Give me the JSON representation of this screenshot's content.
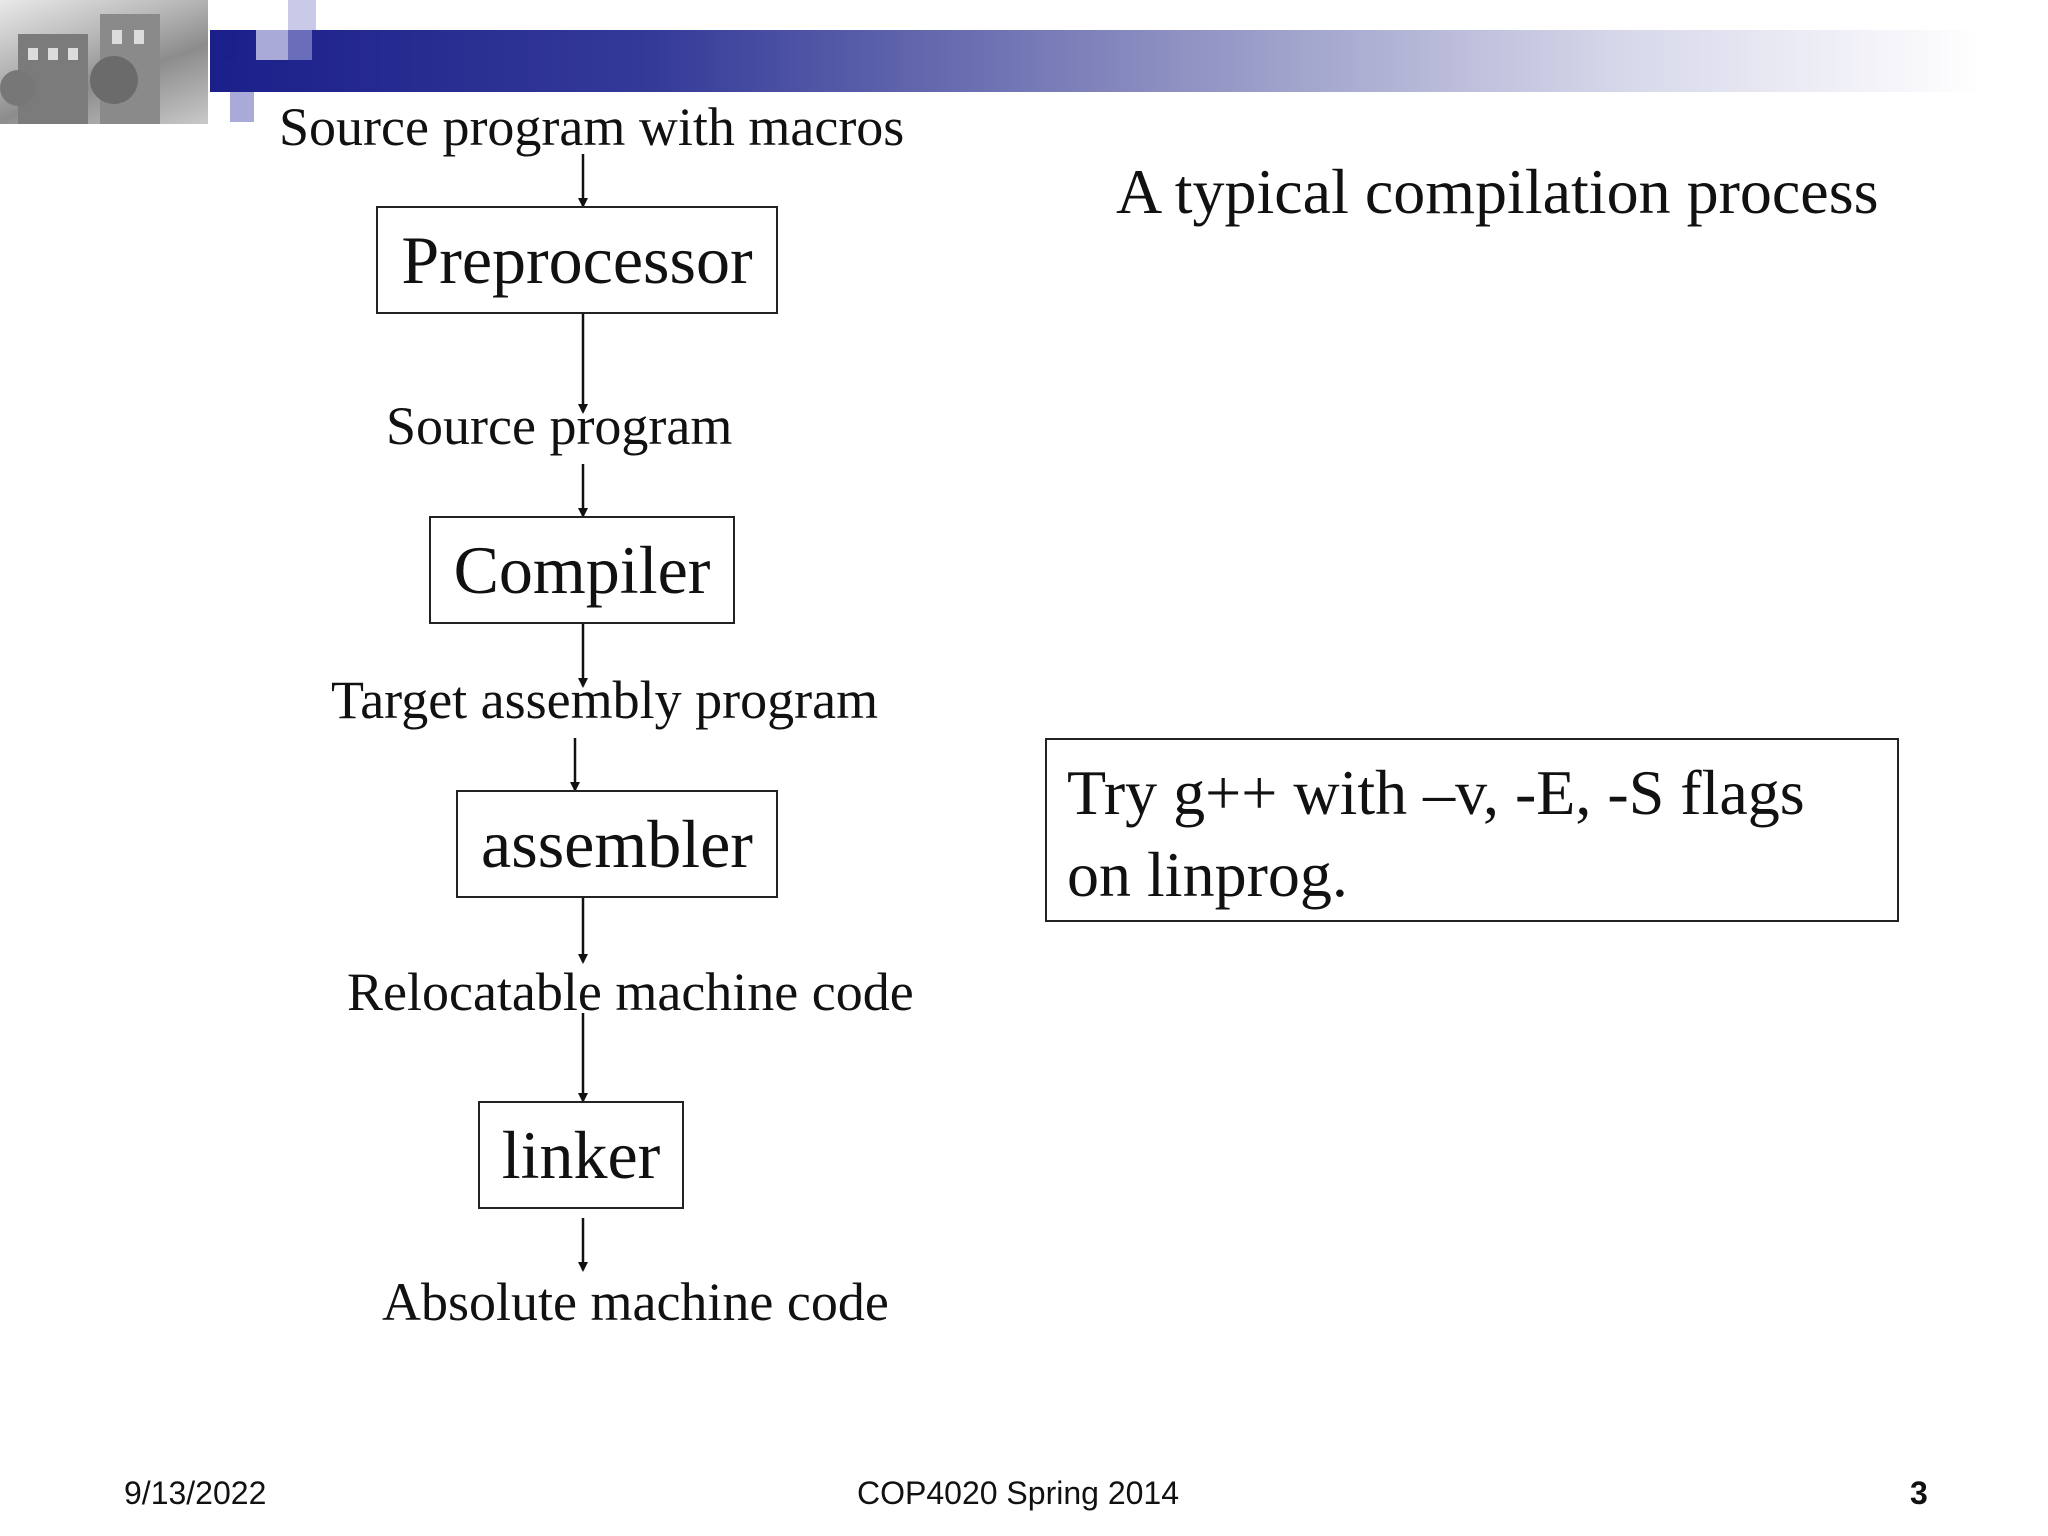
{
  "slide": {
    "title": "A typical compilation process",
    "stages": [
      {
        "label": "Preprocessor"
      },
      {
        "label": "Compiler"
      },
      {
        "label": "assembler"
      },
      {
        "label": "linker"
      }
    ],
    "flow_labels": [
      "Source program with macros",
      "Source program",
      "Target assembly program",
      "Relocatable machine code",
      "Absolute machine code"
    ],
    "note": "Try g++ with –v, -E, -S flags on linprog."
  },
  "footer": {
    "date": "9/13/2022",
    "course": "COP4020 Spring 2014",
    "page_number": "3"
  },
  "colors": {
    "header_dark": "#1b1f8a",
    "header_light": "#d7d8ea",
    "text": "#111111"
  }
}
